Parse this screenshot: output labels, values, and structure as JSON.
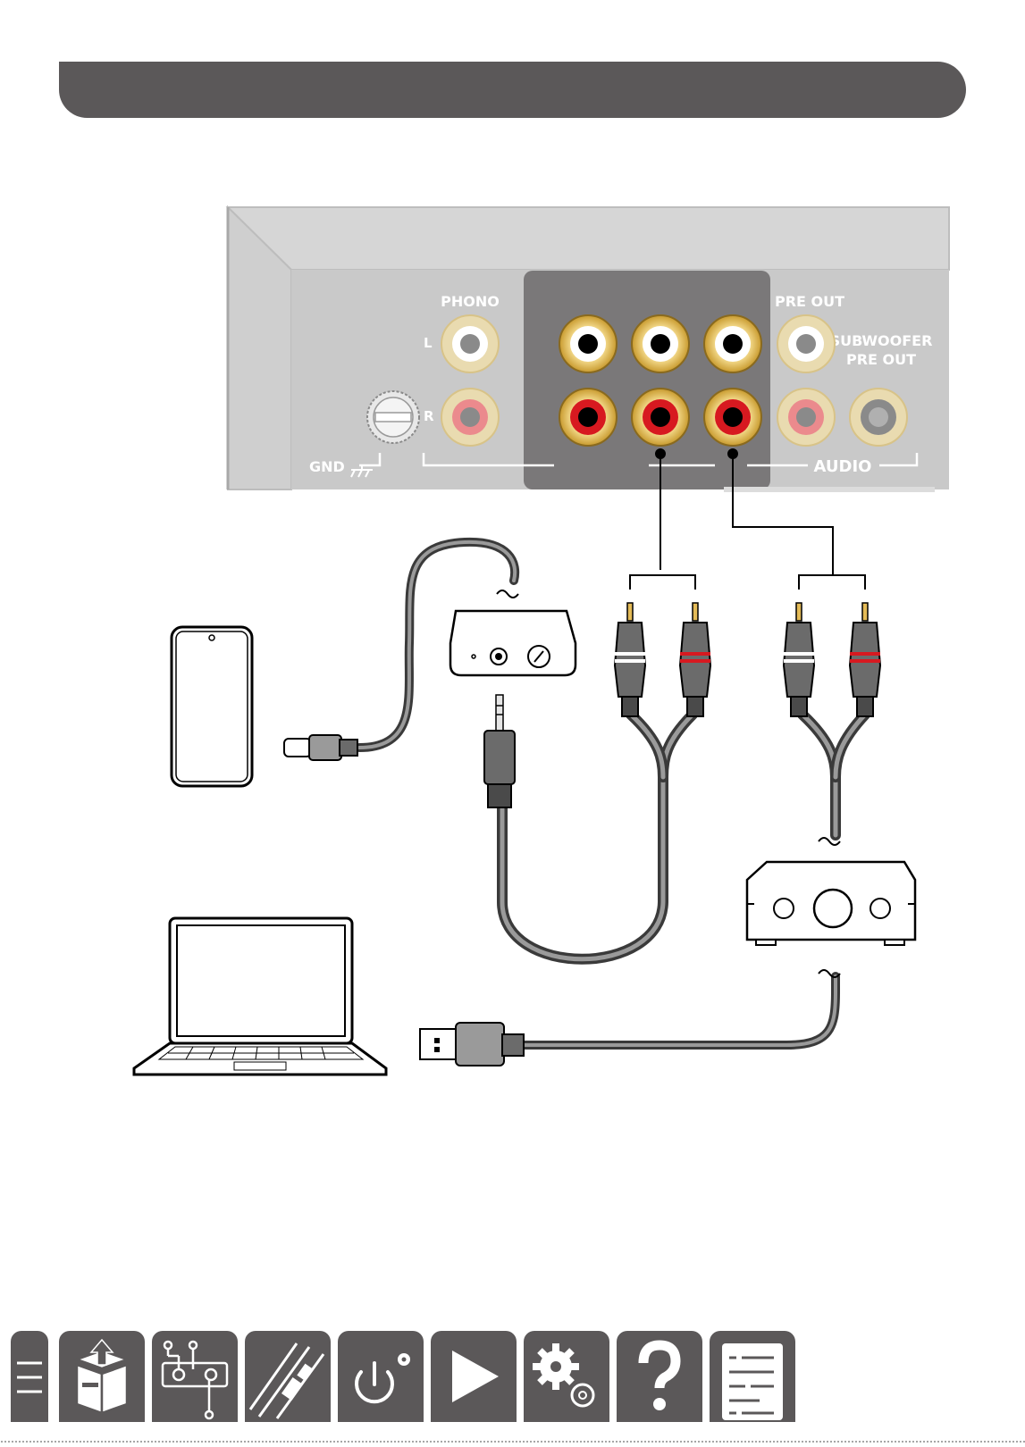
{
  "panel": {
    "phono": "PHONO",
    "l": "L",
    "r": "R",
    "gnd": "GND",
    "pre_out": "PRE OUT",
    "subwoofer_line1": "SUBWOOFER",
    "subwoofer_line2": "PRE OUT",
    "audio": "AUDIO"
  },
  "colors": {
    "header": "#5b5859",
    "panel": "#c9c9c9",
    "input_block": "#7a7879",
    "gold": "#e4bb57",
    "red": "#d71920",
    "cable": "#3a3a3a"
  },
  "nav": {
    "items": [
      {
        "name": "menu",
        "icon": "menu-icon"
      },
      {
        "name": "contents",
        "icon": "box-icon"
      },
      {
        "name": "part-names",
        "icon": "panel-icon"
      },
      {
        "name": "connections",
        "icon": "cables-icon"
      },
      {
        "name": "setup",
        "icon": "power-icon"
      },
      {
        "name": "playback",
        "icon": "play-icon"
      },
      {
        "name": "settings",
        "icon": "gear-icon"
      },
      {
        "name": "tips",
        "icon": "question-icon"
      },
      {
        "name": "appendix",
        "icon": "list-icon"
      }
    ]
  }
}
